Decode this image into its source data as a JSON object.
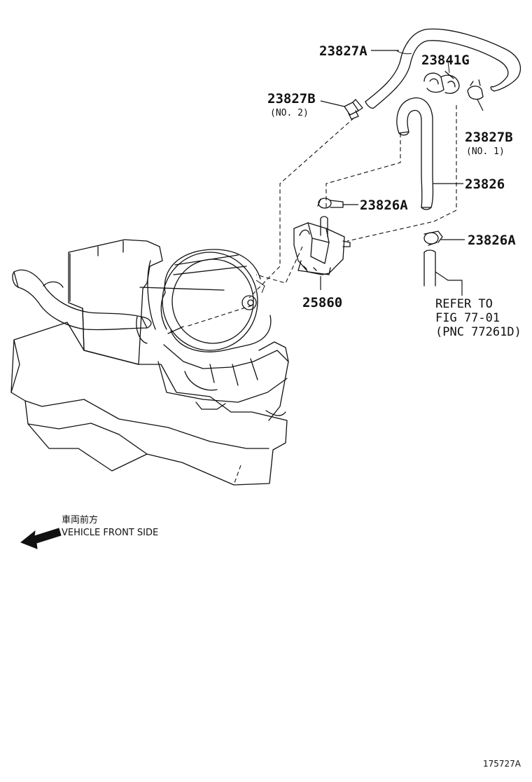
{
  "parts": {
    "p_23827A": "23827A",
    "p_23841G": "23841G",
    "p_23827B_top": "23827B",
    "p_23827B_top_sub": "(NO. 2)",
    "p_23827B_right": "23827B",
    "p_23827B_right_sub": "(NO. 1)",
    "p_23826": "23826",
    "p_23826A_left": "23826A",
    "p_23826A_right": "23826A",
    "p_25860": "25860"
  },
  "reference": {
    "line1": "REFER TO",
    "line2": "FIG 77-01",
    "line3": "(PNC 77261D)"
  },
  "direction": {
    "japanese": "車両前方",
    "english": "VEHICLE FRONT SIDE",
    "arrow_icon": "arrow-left-icon"
  },
  "figure_code": "175727A"
}
